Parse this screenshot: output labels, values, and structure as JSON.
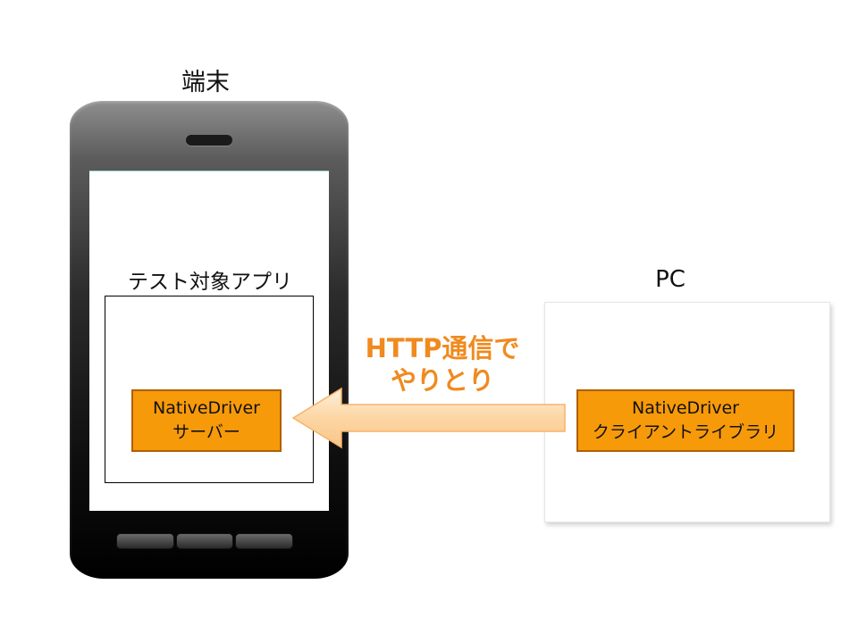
{
  "device": {
    "label": "端末"
  },
  "app": {
    "label": "テスト対象アプリ"
  },
  "server": {
    "line1": "NativeDriver",
    "line2": "サーバー"
  },
  "pc": {
    "label": "PC"
  },
  "client": {
    "line1": "NativeDriver",
    "line2": "クライアントライブラリ"
  },
  "connection": {
    "line1": "HTTP通信で",
    "line2": "やりとり"
  },
  "colors": {
    "box_fill": "#f79a0a",
    "box_border": "#b05f00",
    "caption": "#f08a1e",
    "arrow_fill": "#fde1bd"
  },
  "icons": [
    "phone-icon",
    "left-arrow-icon"
  ]
}
